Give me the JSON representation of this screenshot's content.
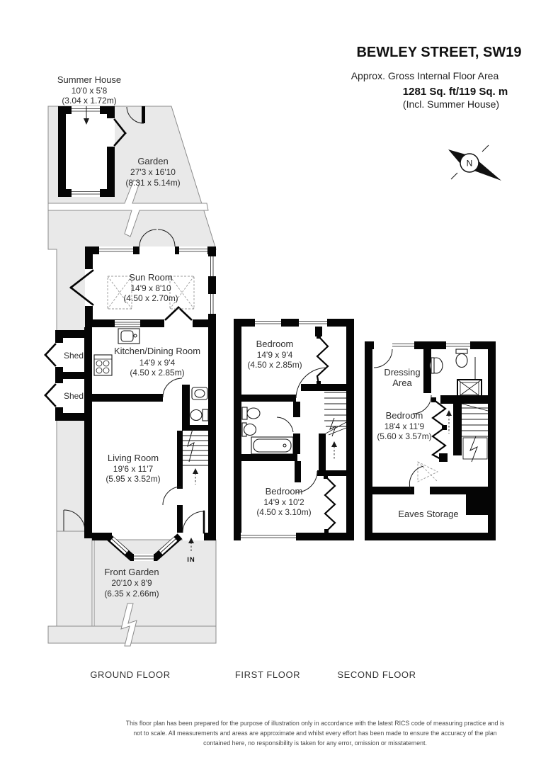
{
  "header": {
    "title": "BEWLEY STREET, SW19",
    "subtitle": "Approx. Gross Internal Floor Area",
    "area": "1281 Sq. ft/119 Sq. m",
    "note": "(Incl. Summer House)"
  },
  "compass": {
    "north": "N"
  },
  "entrance_label": "IN",
  "floor_labels": {
    "ground": "GROUND FLOOR",
    "first": "FIRST FLOOR",
    "second": "SECOND FLOOR"
  },
  "rooms": {
    "summer_house": {
      "name": "Summer House",
      "imperial": "10'0 x 5'8",
      "metric": "(3.04 x 1.72m)"
    },
    "garden": {
      "name": "Garden",
      "imperial": "27'3 x 16'10",
      "metric": "(8.31 x 5.14m)"
    },
    "sun_room": {
      "name": "Sun Room",
      "imperial": "14'9 x 8'10",
      "metric": "(4.50 x 2.70m)"
    },
    "kitchen_dining_room": {
      "name": "Kitchen/Dining Room",
      "imperial": "14'9 x 9'4",
      "metric": "(4.50 x 2.85m)"
    },
    "shed_top": {
      "name": "Shed"
    },
    "shed_bottom": {
      "name": "Shed"
    },
    "living_room": {
      "name": "Living Room",
      "imperial": "19'6 x 11'7",
      "metric": "(5.95 x 3.52m)"
    },
    "front_garden": {
      "name": "Front Garden",
      "imperial": "20'10 x 8'9",
      "metric": "(6.35 x 2.66m)"
    },
    "bedroom_first_front": {
      "name": "Bedroom",
      "imperial": "14'9 x 9'4",
      "metric": "(4.50 x 2.85m)"
    },
    "bedroom_first_back": {
      "name": "Bedroom",
      "imperial": "14'9 x 10'2",
      "metric": "(4.50 x 3.10m)"
    },
    "dressing_area": {
      "name_line1": "Dressing",
      "name_line2": "Area"
    },
    "bedroom_second": {
      "name": "Bedroom",
      "imperial": "18'4 x 11'9",
      "metric": "(5.60 x 3.57m)"
    },
    "eaves_storage": {
      "name": "Eaves Storage"
    }
  },
  "footer": {
    "line1": "This floor plan has been prepared for the purpose of illustration only in accordance with the latest RICS code of measuring practice and is",
    "line2": "not to scale. All measurements and areas are approximate and whilst every effort has been made to ensure the accuracy of the plan",
    "line3": "contained here, no responsibility is taken for any error, omission or misstatement."
  },
  "colors": {
    "wall": "#050505",
    "garden_fill": "#e9e9e9",
    "garden_outline": "#8c8c8c",
    "text": "#2f2f2f"
  }
}
